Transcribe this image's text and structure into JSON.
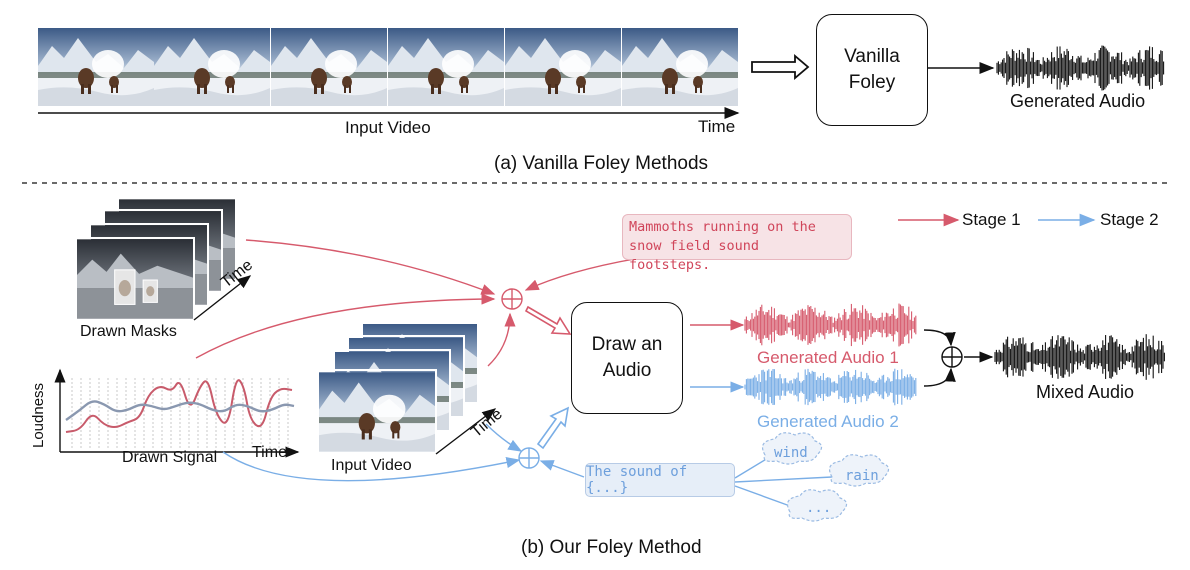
{
  "top": {
    "input_video_label": "Input Video",
    "time_label": "Time",
    "method_box": "Vanilla\nFoley",
    "generated_audio_label": "Generated Audio",
    "caption": "(a) Vanilla Foley Methods"
  },
  "bottom": {
    "drawn_masks_label": "Drawn Masks",
    "masks_time_label": "Time",
    "loudness_axis_label": "Loudness",
    "drawn_signal_label": "Drawn Signal",
    "signal_time_label": "Time",
    "input_video_label": "Input Video",
    "video_time_label": "Time",
    "text_prompt_red": "Mammoths running on the\nsnow field sound footsteps.",
    "text_prompt_blue": "The sound of {...}",
    "cloud_words": [
      "wind",
      "rain",
      "..."
    ],
    "method_box": "Draw an\nAudio",
    "generated_audio_1": "Generated Audio 1",
    "generated_audio_2": "Generated Audio 2",
    "mixed_audio_label": "Mixed Audio",
    "legend": {
      "stage1": "Stage 1",
      "stage2": "Stage 2"
    },
    "caption": "(b) Our Foley Method"
  },
  "colors": {
    "stage1": "#d65a6c",
    "stage2": "#7aaee6",
    "ink": "#111111"
  }
}
